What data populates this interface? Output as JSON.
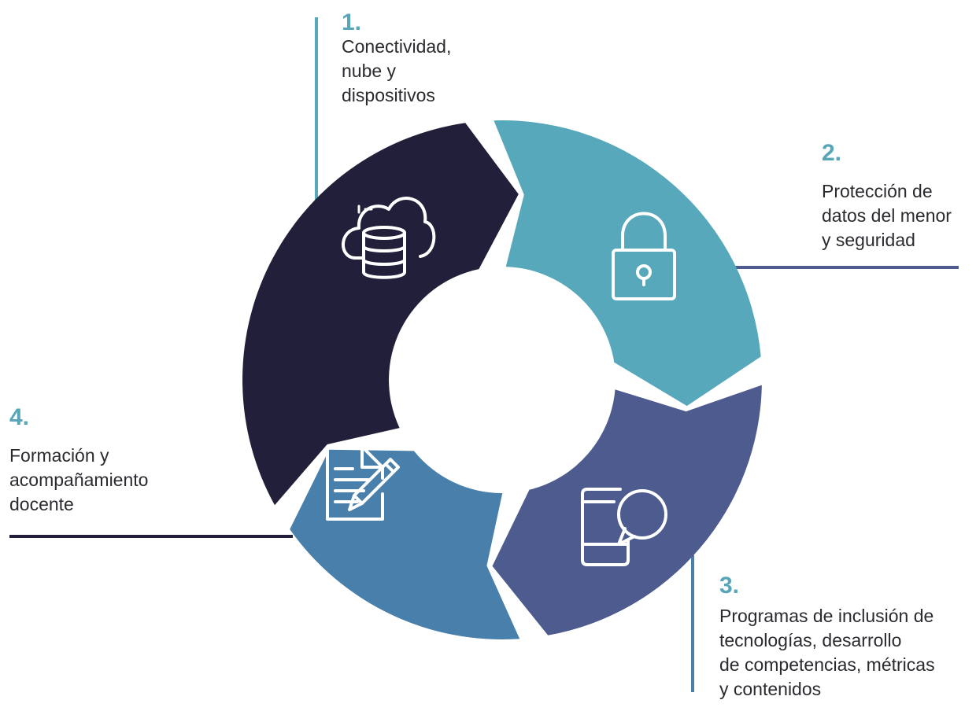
{
  "steps": [
    {
      "number": "1.",
      "text": "Conectividad,\nnube y\ndispositivos",
      "icon": "cloud-database-icon",
      "color": "#57a8ba"
    },
    {
      "number": "2.",
      "text": "Protección de\ndatos del menor\ny seguridad",
      "icon": "padlock-icon",
      "color": "#4d5b8e"
    },
    {
      "number": "3.",
      "text": "Programas de inclusión de\ntecnologías, desarrollo\nde competencias, métricas\ny contenidos",
      "icon": "mobile-chat-icon",
      "color": "#487fab"
    },
    {
      "number": "4.",
      "text": "Formación y\nacompañamiento\ndocente",
      "icon": "document-pencil-icon",
      "color": "#211f3a"
    }
  ],
  "accent_color": "#58a6b8"
}
